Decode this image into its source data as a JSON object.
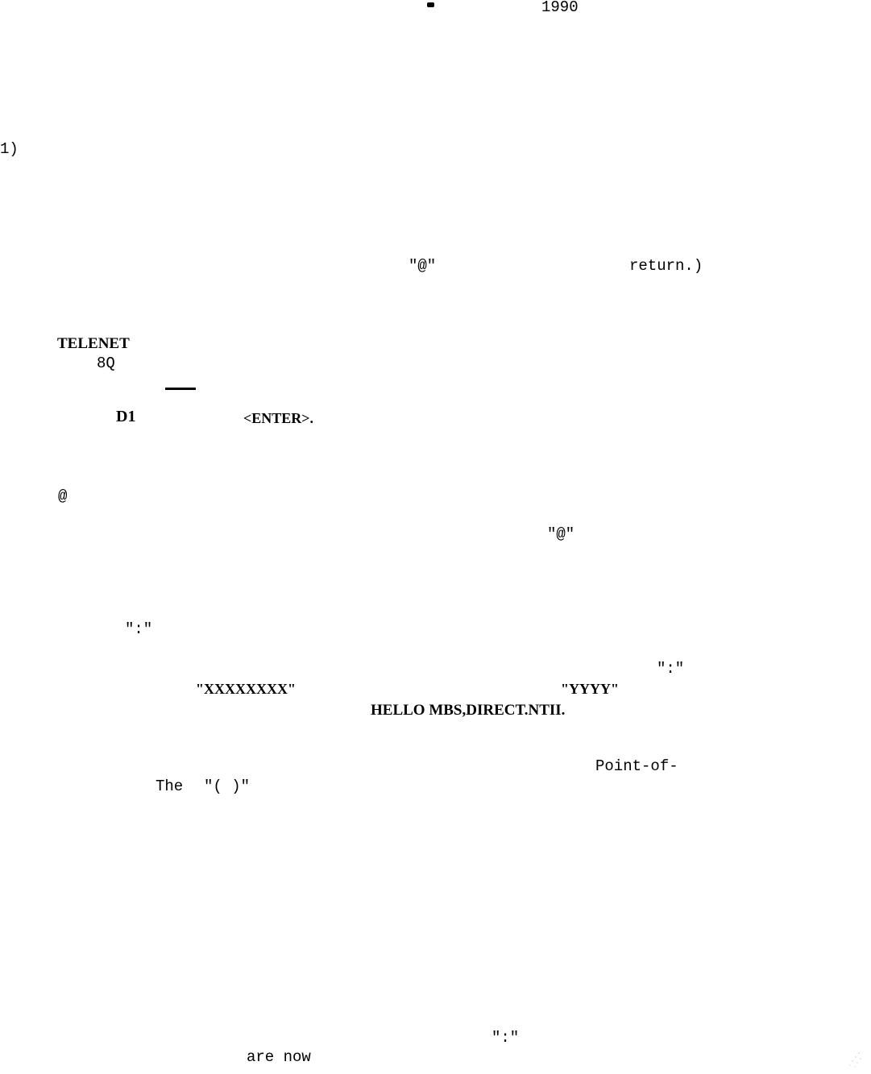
{
  "page": {
    "date_year": "1990",
    "list_marker": "1)",
    "at_quote_1": "\"@\"",
    "return_text": "return.)",
    "telenet": "TELENET",
    "code_8q": "8Q",
    "d1": "D1",
    "enter_key": "<ENTER>.",
    "at_prompt": "@",
    "at_quote_2": "\"@\"",
    "colon_quote_1": "\":\"",
    "colon_quote_2": "\":\"",
    "x_placeholder": "\"XXXXXXXX\"",
    "y_placeholder": "\"YYYY\"",
    "hello_command": "HELLO MBS,DIRECT.NTII.",
    "point_of": "Point-of-",
    "the_word": "The",
    "paren_quote": "\"( )\"",
    "colon_quote_3": "\":\"",
    "are_now": "are now"
  },
  "colors": {
    "text": "#000000",
    "background": "#ffffff"
  }
}
